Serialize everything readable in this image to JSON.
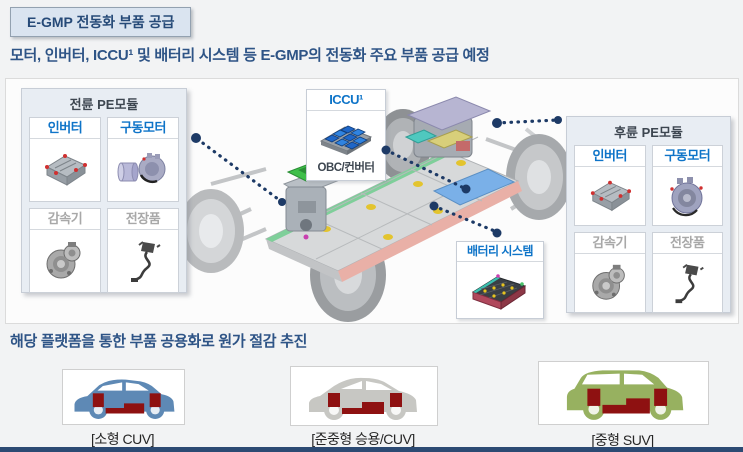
{
  "header": {
    "title": "E-GMP 전동화 부품 공급",
    "subtitle": "모터, 인버터, ICCU¹ 및 배터리 시스템 등 E-GMP의 전동화 주요 부품 공급 예정"
  },
  "diagram": {
    "front_module": {
      "title": "전륜 PE모듈",
      "parts": [
        {
          "label": "인버터",
          "state": "active",
          "icon": "inverter-icon"
        },
        {
          "label": "구동모터",
          "state": "active",
          "icon": "drive-motor-icon"
        },
        {
          "label": "감속기",
          "state": "inactive",
          "icon": "reducer-icon"
        },
        {
          "label": "전장품",
          "state": "inactive",
          "icon": "wiring-harness-icon"
        }
      ]
    },
    "iccu": {
      "title": "ICCU¹",
      "caption": "OBC/컨버터",
      "icon": "iccu-module-icon"
    },
    "rear_module": {
      "title": "후륜 PE모듈",
      "parts": [
        {
          "label": "인버터",
          "state": "active",
          "icon": "inverter-icon"
        },
        {
          "label": "구동모터",
          "state": "active",
          "icon": "drive-motor-icon"
        },
        {
          "label": "감속기",
          "state": "inactive",
          "icon": "reducer-icon"
        },
        {
          "label": "전장품",
          "state": "inactive",
          "icon": "wiring-harness-icon"
        }
      ]
    },
    "battery": {
      "title": "배터리 시스템",
      "icon": "battery-pack-icon"
    }
  },
  "bottom": {
    "heading": "해당 플랫폼을 통한 부품 공용화로 원가 절감 추진",
    "vehicles": [
      {
        "label": "[소형 CUV]",
        "body_color": "#5e89b5"
      },
      {
        "label": "[준중형 승용/CUV]",
        "body_color": "#c7c7c3"
      },
      {
        "label": "[중형 SUV]",
        "body_color": "#97b160"
      }
    ]
  },
  "colors": {
    "accent_blue": "#0e74c8",
    "heading_navy": "#2e5486",
    "inactive_gray": "#a8a8a8",
    "connector_navy": "#1d3a66",
    "highlight_red": "#8e1111",
    "title_box_bg": "#dae4f0"
  }
}
